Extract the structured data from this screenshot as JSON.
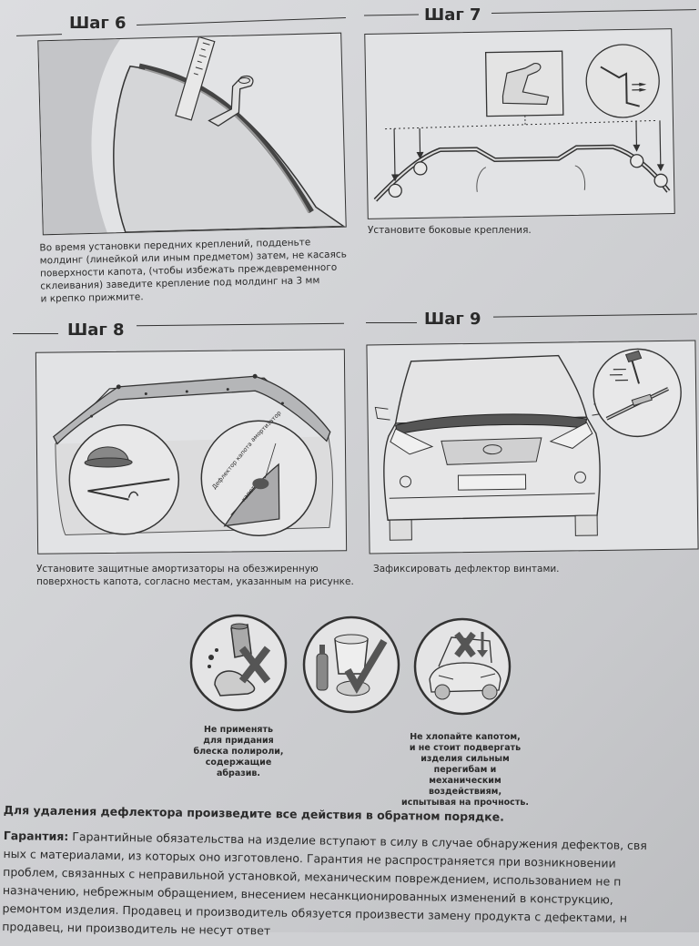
{
  "steps": {
    "s6": {
      "title": "Шаг 6",
      "caption": [
        "Во время установки передних креплений, подденьте",
        "молдинг (линейкой или иным предметом) затем, не касаясь",
        "поверхности капота, (чтобы избежать преждевременного",
        "склеивания) заведите крепление под молдинг  на 3 мм",
        "и крепко прижмите."
      ]
    },
    "s7": {
      "title": "Шаг 7",
      "caption": [
        "Установите боковые крепления."
      ]
    },
    "s8": {
      "title": "Шаг 8",
      "caption": [
        "Установите защитные амортизаторы на обезжиренную",
        "поверхность капота, согласно местам, указанным на рисунке."
      ],
      "label_amort": "амортизатор",
      "label_deflector": "Дефлектор капота",
      "label_hood": "капот"
    },
    "s9": {
      "title": "Шаг 9",
      "caption": [
        "Зафиксировать дефлектор винтами."
      ]
    }
  },
  "warnings": {
    "polish": [
      "Не применять",
      "для придания",
      "блеска полироли,",
      "содержащие абразив."
    ],
    "hood": [
      "Не хлопайте капотом,",
      "и не стоит подвергать",
      "изделия сильным",
      "перегибам и механическим",
      "воздействиям,",
      "испытывая на прочность."
    ]
  },
  "footer": {
    "removal": "Для удаления дефлектора произведите все действия в обратном порядке.",
    "guarantee_label": "Гарантия:",
    "guarantee_first": " Гарантийные обязательства на изделие вступают в силу в случае обнаружения дефектов, свя",
    "guarantee_lines": [
      "ных с материалами, из которых оно изготовлено. Гарантия не распространяется при возникновении",
      "проблем, связанных с неправильной установкой, механическим повреждением, использованием не п",
      "назначению, небрежным обращением, внесением несанкционированных изменений в конструкцию,",
      "ремонтом изделия. Продавец и производитель обязуется произвести замену продукта с дефектами, н",
      "продавец, ни производитель не несут ответ"
    ]
  },
  "icons": [
    "polish-prohibited-icon",
    "cleaning-allowed-icon",
    "slam-hood-prohibited-icon"
  ]
}
